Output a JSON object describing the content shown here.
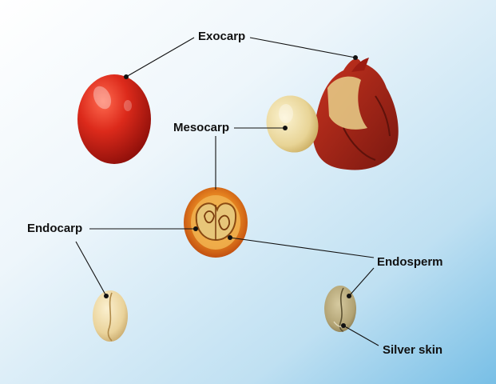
{
  "labels": {
    "exocarp": "Exocarp",
    "mesocarp": "Mesocarp",
    "endocarp": "Endocarp",
    "endosperm": "Endosperm",
    "silver_skin": "Silver skin"
  },
  "colors": {
    "background_light": "#f3f8fb",
    "background_blue": "#7fc2e6",
    "cherry_red": "#d8281c",
    "mesocarp_pulp": "#eedfae",
    "cut_section_orange": "#e27a1f",
    "parchment_bean": "#ecd9a4",
    "green_bean": "#b5a779",
    "leader_line": "#111111"
  }
}
